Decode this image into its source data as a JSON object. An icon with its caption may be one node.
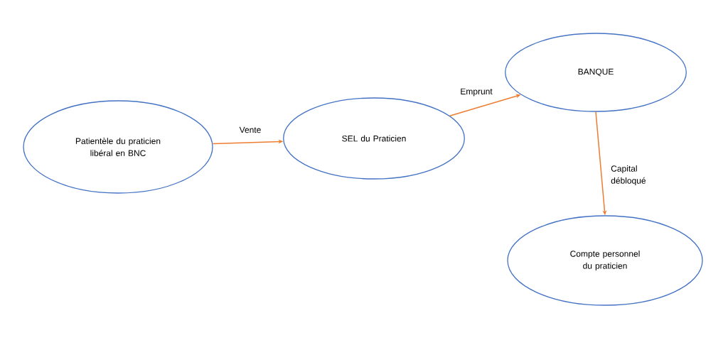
{
  "diagram": {
    "nodes": [
      {
        "text": [
          "Patientèle du praticien libéral en BNC"
        ]
      },
      {
        "text": [
          "SEL du Praticien"
        ]
      },
      {
        "text": [
          "BANQUE"
        ]
      },
      {
        "text": [
          "Compte personnel du praticien"
        ]
      }
    ],
    "edges": [
      {
        "from": 0,
        "to": 1,
        "arrow": "to",
        "label": "Vente"
      },
      {
        "from": 1,
        "to": 2,
        "arrow": "to",
        "label": "Emprunt"
      },
      {
        "from": 2,
        "to": 3,
        "arrow": "to",
        "label": "Capital débloqué"
      }
    ]
  }
}
